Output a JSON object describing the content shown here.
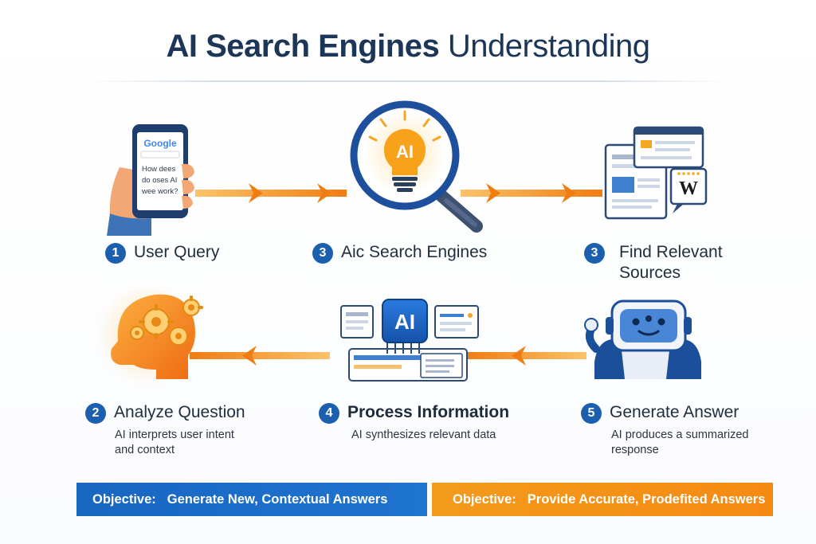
{
  "title": {
    "bold": "AI Search Engines",
    "light": "Understanding"
  },
  "phone": {
    "brand": "Google",
    "query": [
      "How dees",
      "do oses AI",
      "wee work?"
    ]
  },
  "bulb": {
    "text": "AI"
  },
  "process_chip": {
    "text": "AI"
  },
  "wiki_badge": "W",
  "steps": [
    {
      "number": "1",
      "label": "User Query",
      "description": ""
    },
    {
      "number": "3",
      "label": "Aic Search Engines",
      "description": ""
    },
    {
      "number": "3",
      "label": [
        "Find Relevant",
        "Sources"
      ],
      "description": ""
    },
    {
      "number": "2",
      "label": "Analyze Question",
      "description": [
        "AI interprets user intent",
        "and context"
      ]
    },
    {
      "number": "4",
      "label": "Process Information",
      "description": [
        "AI synthesizes relevant data"
      ]
    },
    {
      "number": "5",
      "label": "Generate Answer",
      "description": [
        "AI produces a summarized",
        "response"
      ]
    }
  ],
  "objectives": [
    {
      "label": "Objective:",
      "text": "Generate New, Contextual Answers",
      "color": "#1766c2"
    },
    {
      "label": "Objective:",
      "text": "Provide Accurate, Prodefited Answers",
      "color": "#f58a13"
    }
  ],
  "colors": {
    "navy": "#1d3557",
    "blue": "#1b5fae",
    "orange": "#f5901e"
  },
  "icons": [
    "phone-search-icon",
    "lightbulb-magnifier-icon",
    "documents-icon",
    "head-gears-icon",
    "ai-processor-icon",
    "robot-icon"
  ]
}
